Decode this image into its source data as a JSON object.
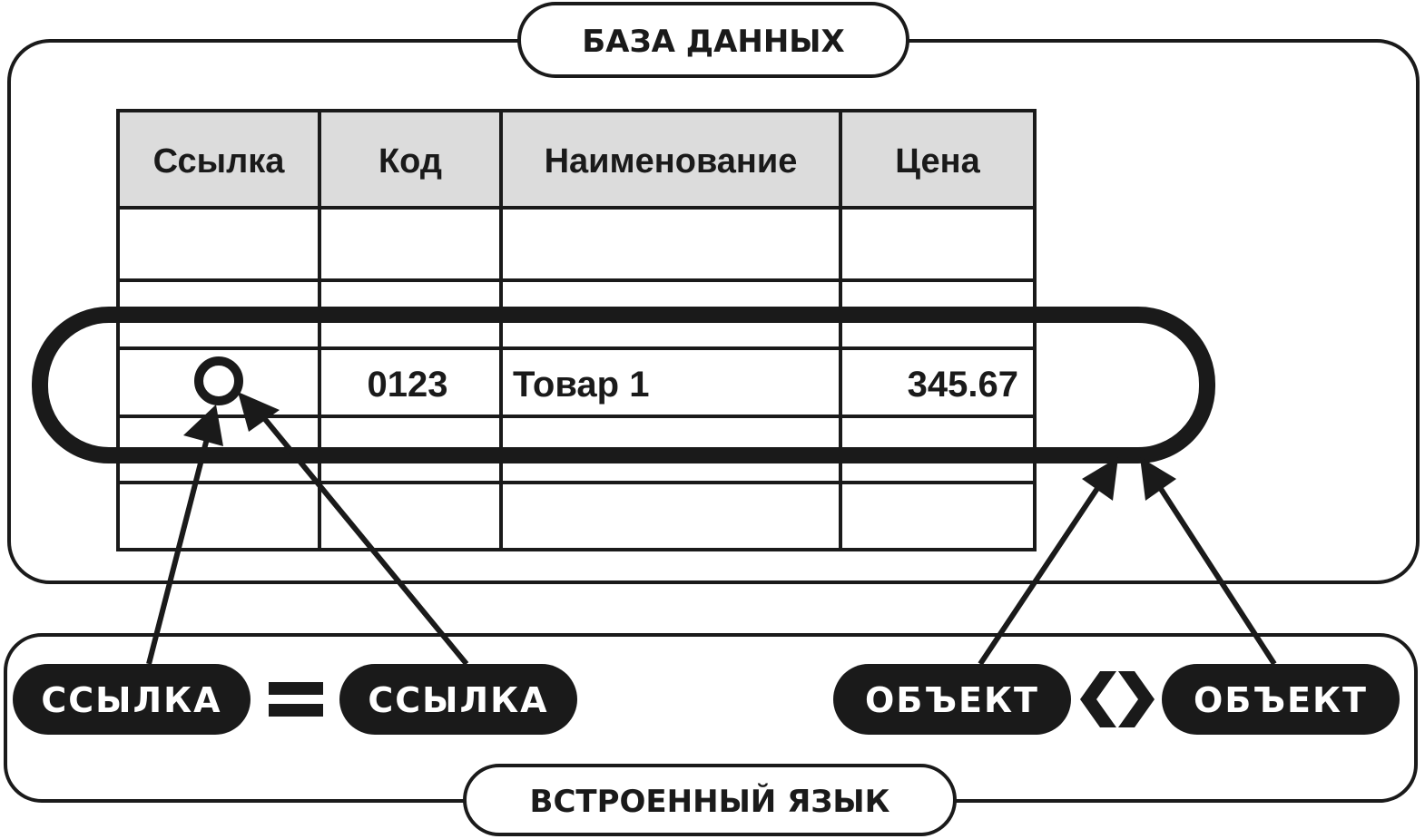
{
  "database_label": "БАЗА ДАННЫХ",
  "language_label": "ВСТРОЕННЫЙ ЯЗЫК",
  "table": {
    "headers": [
      "Ссылка",
      "Код",
      "Наименование",
      "Цена"
    ],
    "highlighted_row": {
      "code": "0123",
      "name": "Товар 1",
      "price": "345.67"
    }
  },
  "expressions": {
    "left_operand": "ССЫЛКА",
    "equals_sign": "=",
    "right_operand": "ССЫЛКА",
    "object_left": "ОБЪЕКТ",
    "not_equal_sign": "<>",
    "object_right": "ОБЪЕКТ"
  },
  "colors": {
    "ink": "#1a1a1a",
    "header_fill": "#dcdcdc",
    "paper": "#ffffff"
  }
}
